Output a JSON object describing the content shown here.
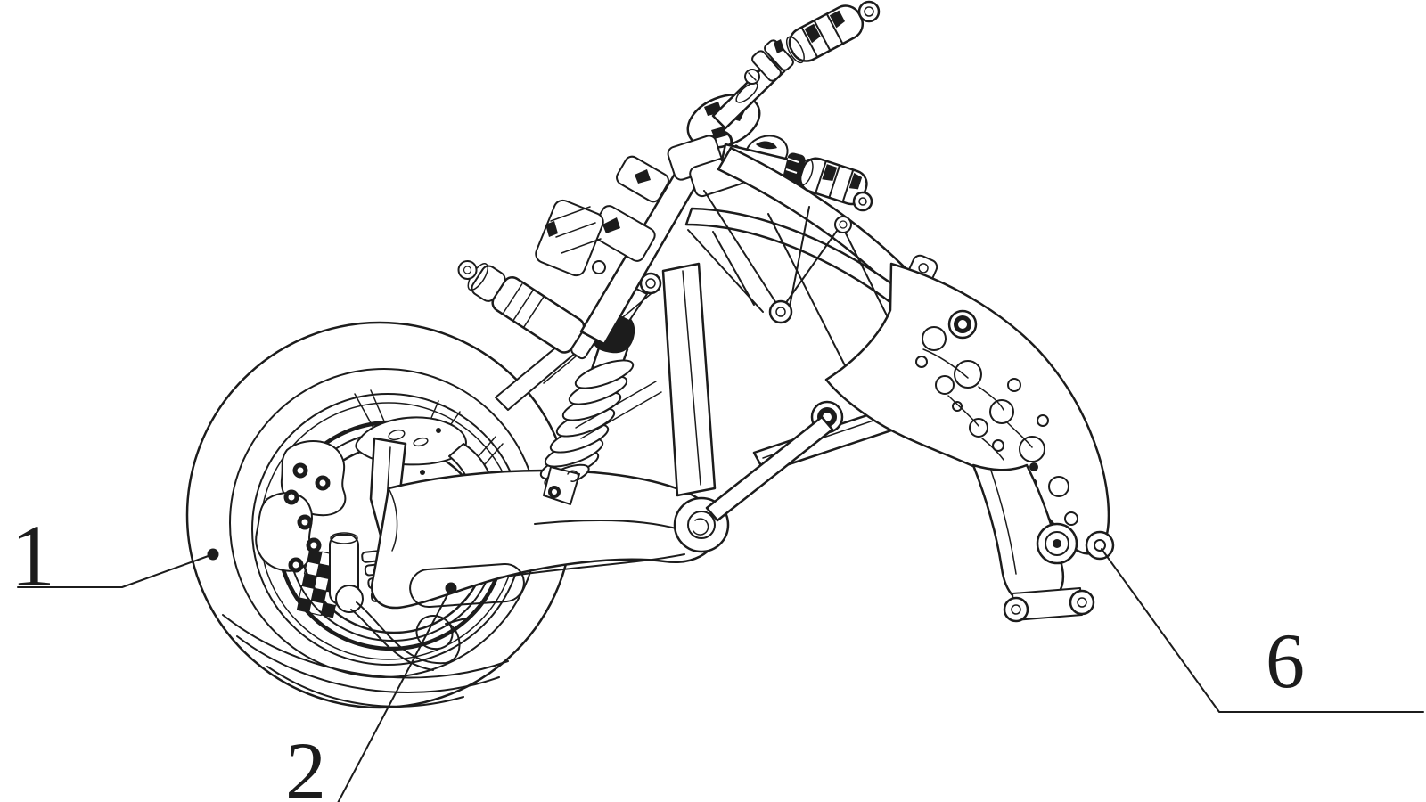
{
  "figure": {
    "colors": {
      "background": "#ffffff",
      "line": "#1c1c1c"
    },
    "labels": {
      "ref1": {
        "text": "1"
      },
      "ref2": {
        "text": "2"
      },
      "ref6": {
        "text": "6"
      }
    }
  }
}
